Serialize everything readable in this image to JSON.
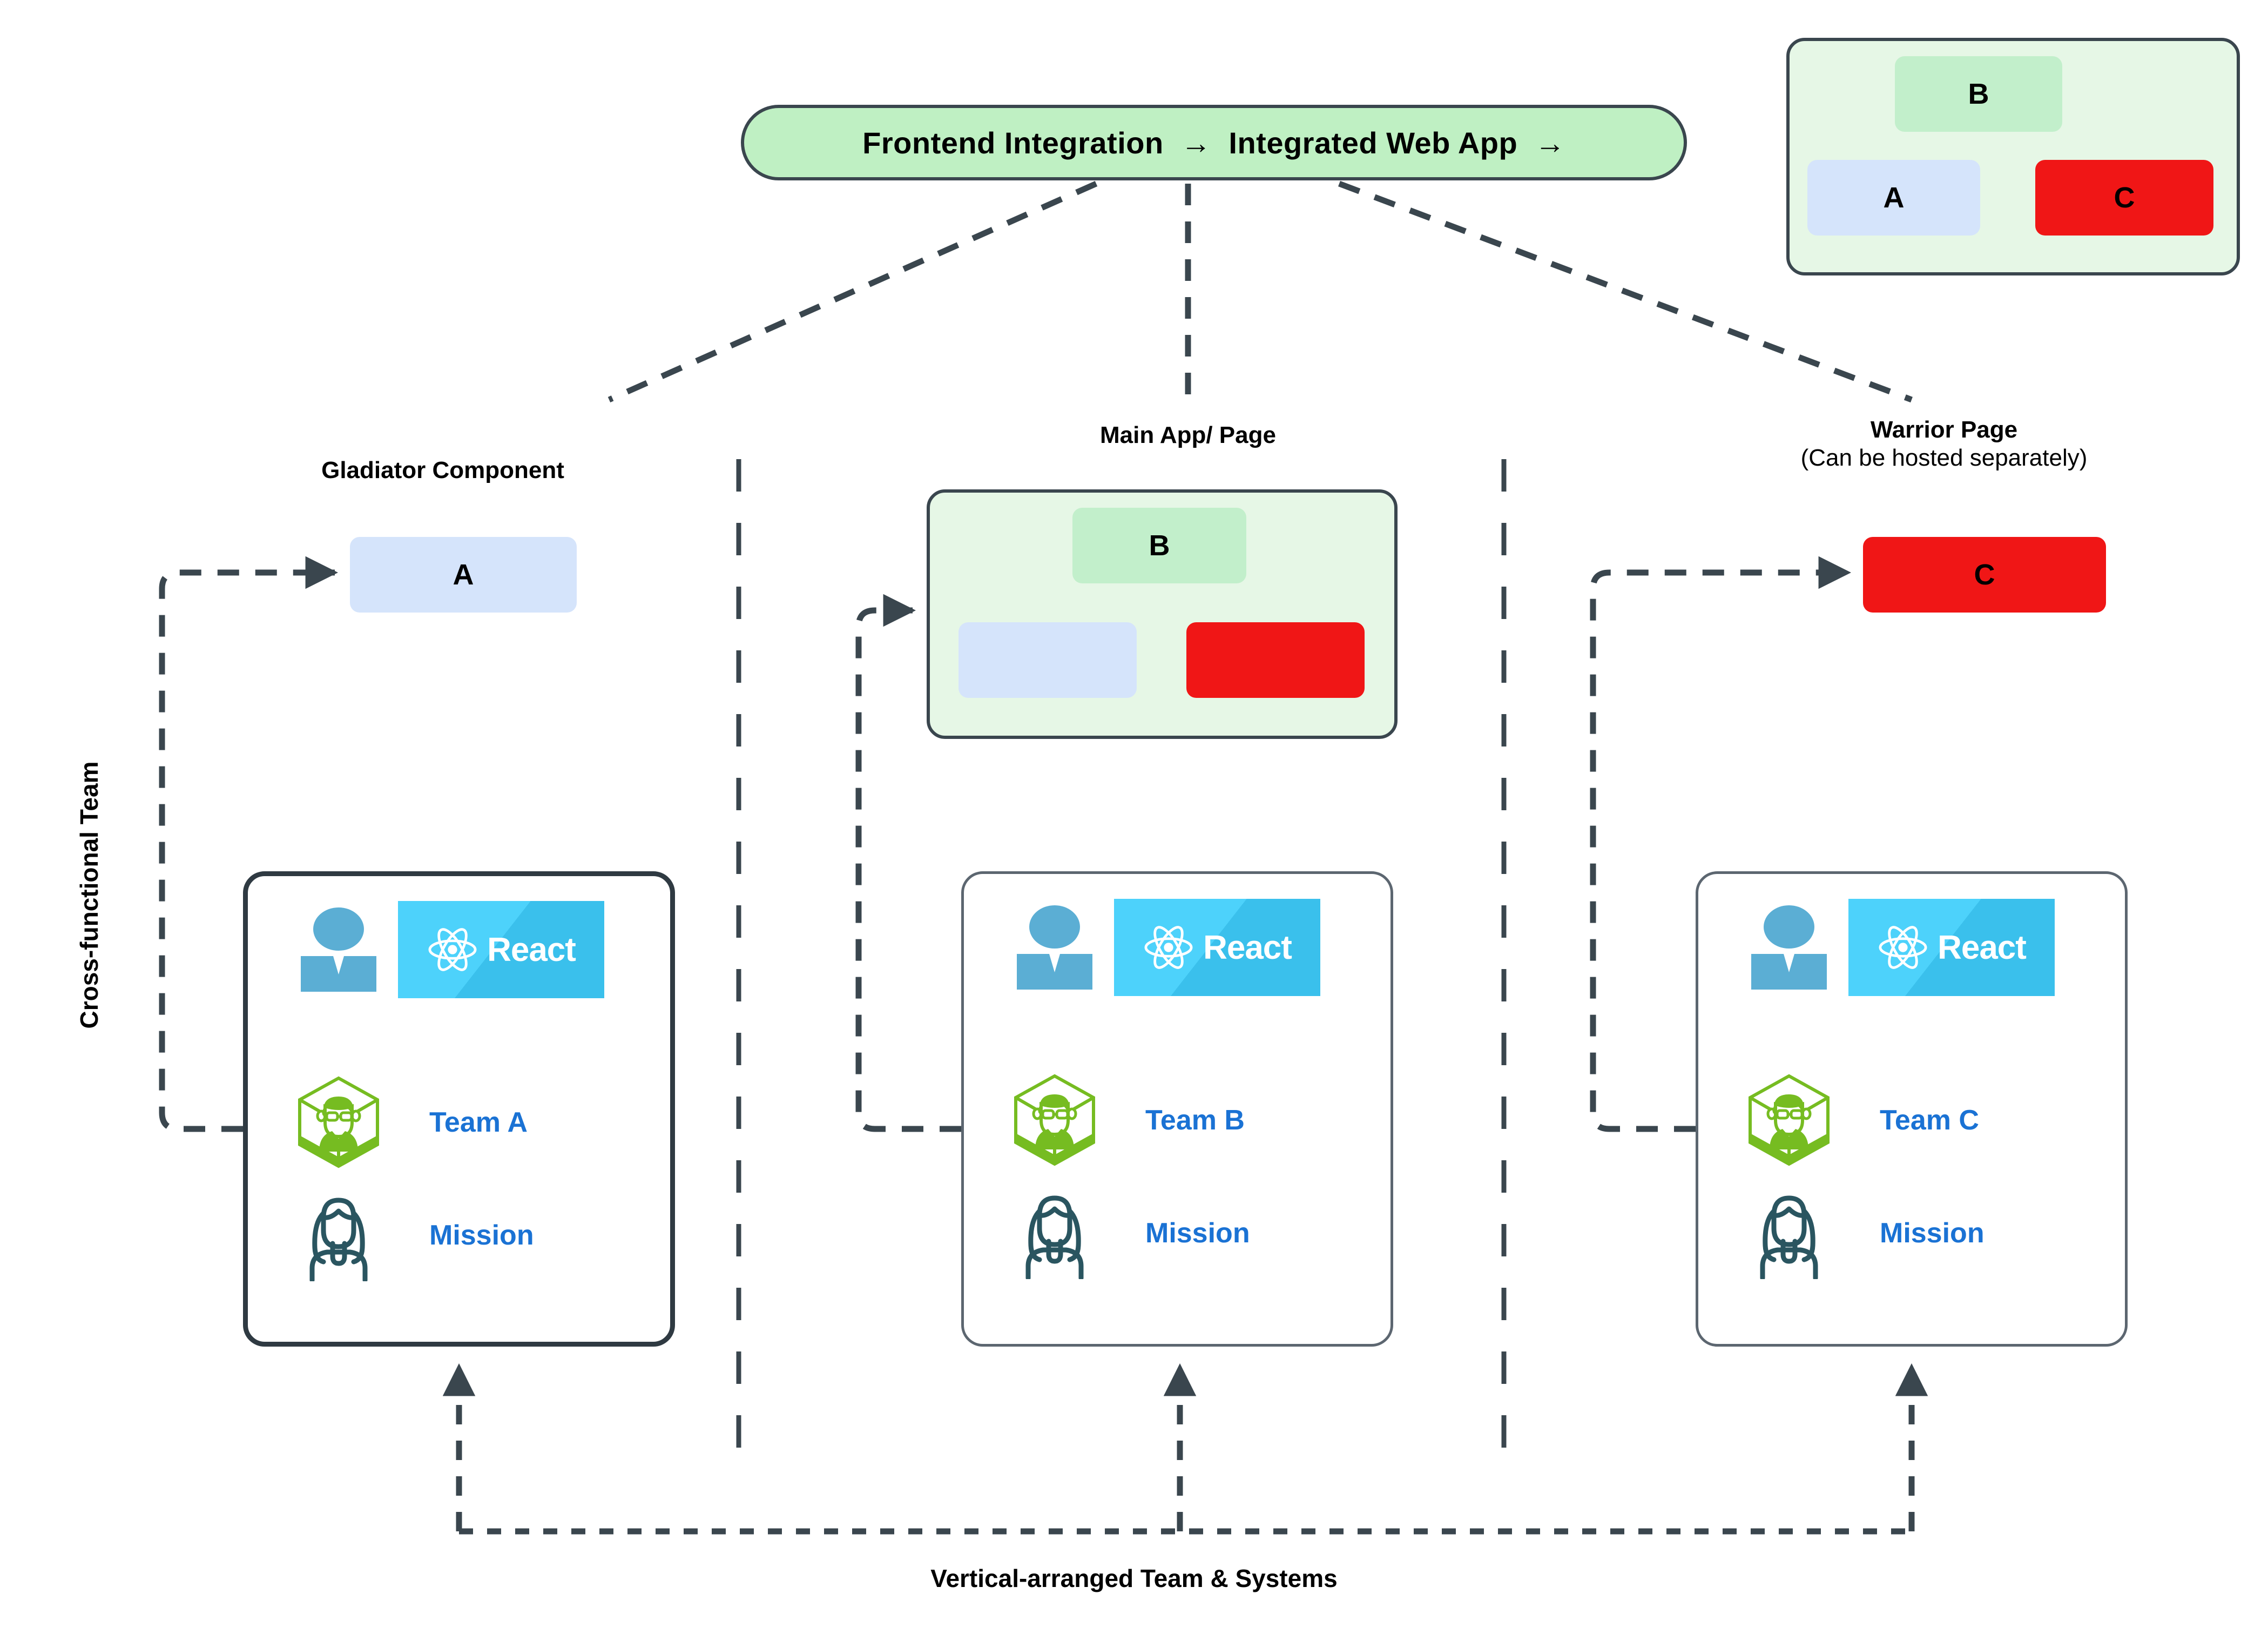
{
  "banner": {
    "text": "Frontend Integration  →  Integrated Web App  →"
  },
  "legend": {
    "name": "integrated-web-app-legend",
    "blocks": [
      {
        "label": "B",
        "color": "#c2efcb"
      },
      {
        "label": "A",
        "color": "#d5e4fb"
      },
      {
        "label": "C",
        "color": "#f01616"
      }
    ],
    "background": "#e6f7e6"
  },
  "columns": [
    {
      "header": "Gladiator Component",
      "subheader": "",
      "block": {
        "label": "A",
        "color": "#d5e4fb"
      },
      "card": {
        "team": "Team A",
        "mission": "Mission",
        "tech": "React"
      }
    },
    {
      "header": "Main App/ Page",
      "subheader": "",
      "mockup": {
        "background": "#e6f7e6",
        "blocks": [
          {
            "label": "B",
            "color": "#c2efcb"
          },
          {
            "label": "",
            "color": "#d5e4fb"
          },
          {
            "label": "",
            "color": "#f01616"
          }
        ]
      },
      "card": {
        "team": "Team B",
        "mission": "Mission",
        "tech": "React"
      }
    },
    {
      "header": "Warrior Page",
      "subheader": "(Can be hosted separately)",
      "block": {
        "label": "C",
        "color": "#f01616"
      },
      "card": {
        "team": "Team C",
        "mission": "Mission",
        "tech": "React"
      }
    }
  ],
  "captions": {
    "side": "Cross-functional Team",
    "bottom": "Vertical-arranged Team & Systems"
  },
  "colors": {
    "banner_green": "#bff0c3",
    "panel_green": "#e6f7e6",
    "block_blue": "#d5e4fb",
    "block_red": "#f01616",
    "block_green": "#c2efcb",
    "react_cyan": "#4dd2fb",
    "label_blue": "#1a72d4",
    "stroke_dark": "#3a464e",
    "avatar_blue": "#5baed4",
    "hex_green": "#76bc21",
    "mission_teal": "#2a5560"
  }
}
